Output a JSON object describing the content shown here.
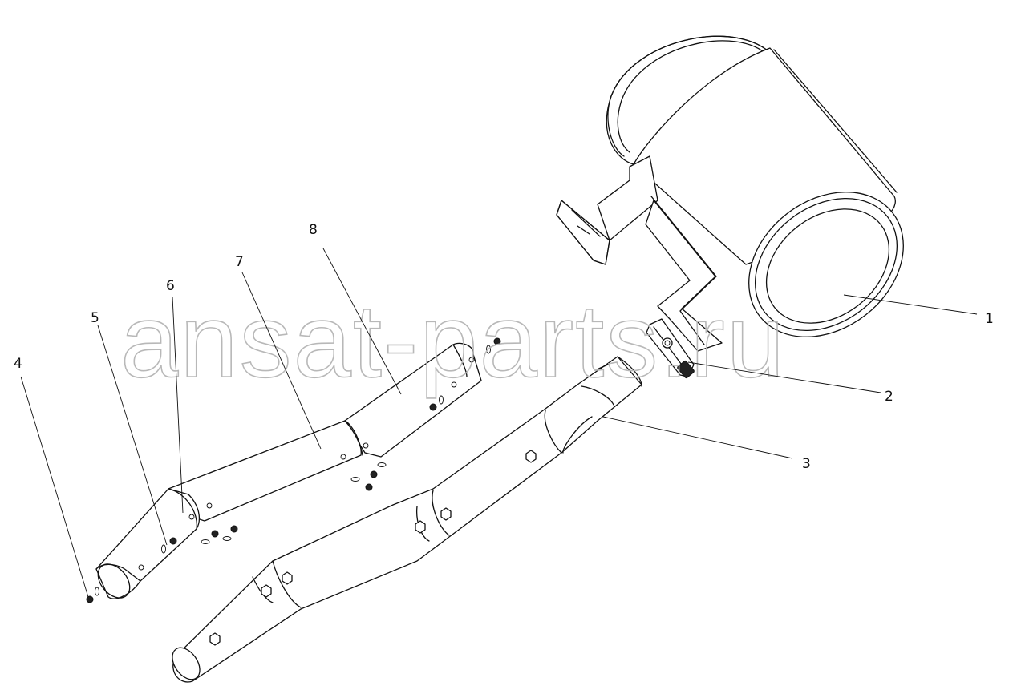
{
  "watermark": "ansat-parts.ru",
  "callouts": [
    "1",
    "2",
    "3",
    "4",
    "5",
    "6",
    "7",
    "8"
  ]
}
